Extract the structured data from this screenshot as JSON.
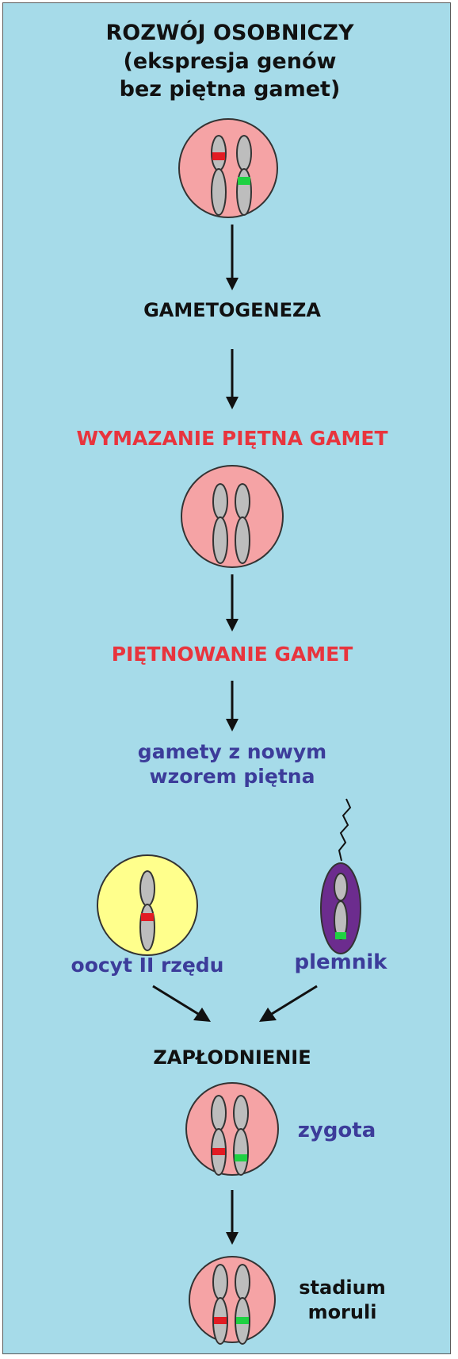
{
  "title": {
    "line1": "ROZWÓJ OSOBNICZY",
    "line2": "(ekspresja genów",
    "line3": "bez piętna gamet)"
  },
  "steps": {
    "gametogenesis": "GAMETOGENEZA",
    "erasure": "WYMAZANIE PIĘTNA GAMET",
    "imprinting": "PIĘTNOWANIE GAMET",
    "new_pattern_line1": "gamety z nowym",
    "new_pattern_line2": "wzorem piętna",
    "oocyte": "oocyt II rzędu",
    "sperm": "plemnik",
    "fertilization": "ZAPŁODNIENIE",
    "zygote": "zygota",
    "morula_line1": "stadium",
    "morula_line2": "moruli"
  },
  "colors": {
    "background": "#a6dbe9",
    "cell": "#f5a3a5",
    "oocyte": "#ffff8c",
    "sperm": "#6c2c8e",
    "chromosome": "#bdbdbd",
    "maternal_imprint": "#e21b23",
    "paternal_imprint": "#1fd142",
    "arrow": "#111111",
    "heading_red": "#e8343d",
    "label_blue": "#3c3c9a"
  }
}
